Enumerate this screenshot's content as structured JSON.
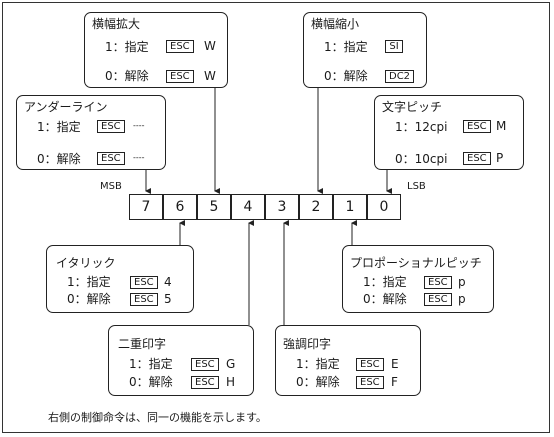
{
  "boxes": {
    "double_width": {
      "title": "横幅拡大",
      "on_label": "1：指定",
      "on_code": "ESC",
      "on_suffix": "W",
      "off_label": "0：解除",
      "off_code": "ESC",
      "off_suffix": "W"
    },
    "condensed": {
      "title": "横幅縮小",
      "on_label": "1：指定",
      "on_code": "SI",
      "on_suffix": "",
      "off_label": "0：解除",
      "off_code": "DC2",
      "off_suffix": ""
    },
    "underline": {
      "title": "アンダーライン",
      "on_label": "1：指定",
      "on_code": "ESC",
      "on_suffix": "----",
      "off_label": "0：解除",
      "off_code": "ESC",
      "off_suffix": "----"
    },
    "pitch": {
      "title": "文字ピッチ",
      "on_label": "1：12cpi",
      "on_code": "ESC",
      "on_suffix": "M",
      "off_label": "0：10cpi",
      "off_code": "ESC",
      "off_suffix": "P"
    },
    "italic": {
      "title": "イタリック",
      "on_label": "1：指定",
      "on_code": "ESC",
      "on_suffix": "4",
      "off_label": "0：解除",
      "off_code": "ESC",
      "off_suffix": "5"
    },
    "proportional": {
      "title": "プロポーショナルピッチ",
      "on_label": "1：指定",
      "on_code": "ESC",
      "on_suffix": "p",
      "off_label": "0：解除",
      "off_code": "ESC",
      "off_suffix": "p"
    },
    "double_strike": {
      "title": "二重印字",
      "on_label": "1：指定",
      "on_code": "ESC",
      "on_suffix": "G",
      "off_label": "0：解除",
      "off_code": "ESC",
      "off_suffix": "H"
    },
    "emphasized": {
      "title": "強調印字",
      "on_label": "1：指定",
      "on_code": "ESC",
      "on_suffix": "E",
      "off_label": "0：解除",
      "off_code": "ESC",
      "off_suffix": "F"
    }
  },
  "bits": [
    "7",
    "6",
    "5",
    "4",
    "3",
    "2",
    "1",
    "0"
  ],
  "msb_label": "MSB",
  "lsb_label": "LSB",
  "footnote": "右側の制御命令は、同一の機能を示します。"
}
